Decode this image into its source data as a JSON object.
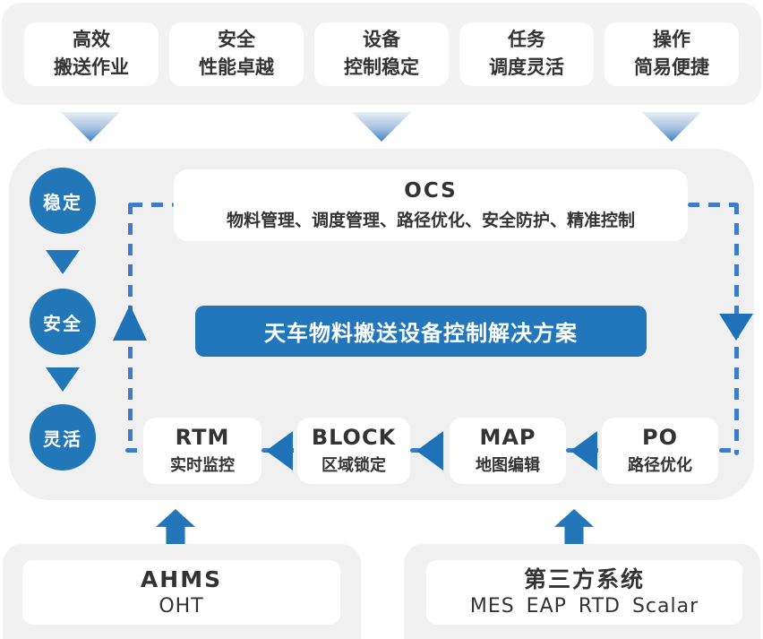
{
  "colors": {
    "solid_blue": "#2176bc",
    "dash_blue": "#3f7acb",
    "arrowhead_blue": "#1f72b8",
    "panel_gray": "#f1f1f2",
    "text_dark": "#333333",
    "gradient_arrow_top": "#e7eef7",
    "gradient_arrow_bottom": "#3c80c3"
  },
  "top_features": [
    {
      "line1": "高效",
      "line2": "搬送作业"
    },
    {
      "line1": "安全",
      "line2": "性能卓越"
    },
    {
      "line1": "设备",
      "line2": "控制稳定"
    },
    {
      "line1": "任务",
      "line2": "调度灵活"
    },
    {
      "line1": "操作",
      "line2": "简易便捷"
    }
  ],
  "flow_circles": [
    {
      "label": "稳定"
    },
    {
      "label": "安全"
    },
    {
      "label": "灵活"
    }
  ],
  "ocs": {
    "title": "OCS",
    "subtitle": "物料管理、调度管理、路径优化、安全防护、精准控制"
  },
  "solution": {
    "label": "天车物料搬送设备控制解决方案"
  },
  "modules": [
    {
      "title": "RTM",
      "subtitle": "实时监控"
    },
    {
      "title": "BLOCK",
      "subtitle": "区域锁定"
    },
    {
      "title": "MAP",
      "subtitle": "地图编辑"
    },
    {
      "title": "PO",
      "subtitle": "路径优化"
    }
  ],
  "bottom_systems": [
    {
      "title": "AHMS",
      "subtitle": "OHT"
    },
    {
      "title": "第三方系统",
      "subtitle": "MES EAP RTD Scalar"
    }
  ]
}
